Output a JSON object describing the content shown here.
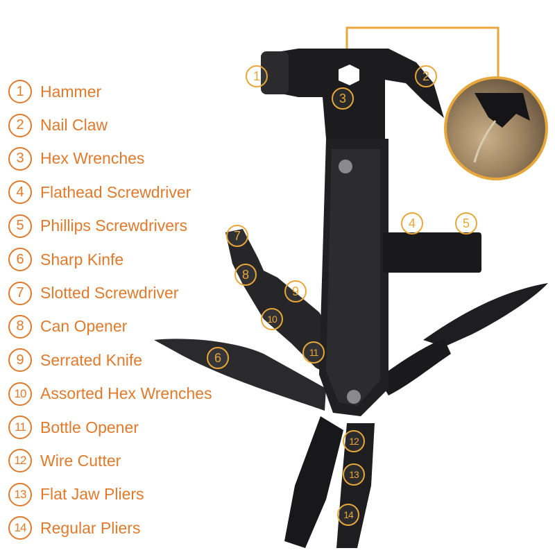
{
  "legend": [
    {
      "num": "1",
      "label": "Hammer"
    },
    {
      "num": "2",
      "label": "Nail Claw"
    },
    {
      "num": "3",
      "label": "Hex Wrenches"
    },
    {
      "num": "4",
      "label": "Flathead Screwdriver"
    },
    {
      "num": "5",
      "label": "Phillips Screwdrivers"
    },
    {
      "num": "6",
      "label": "Sharp Kinfe"
    },
    {
      "num": "7",
      "label": "Slotted Screwdriver"
    },
    {
      "num": "8",
      "label": "Can Opener"
    },
    {
      "num": "9",
      "label": "Serrated Knife"
    },
    {
      "num": "10",
      "label": "Assorted Hex Wrenches"
    },
    {
      "num": "11",
      "label": "Bottle Opener"
    },
    {
      "num": "12",
      "label": "Wire Cutter"
    },
    {
      "num": "13",
      "label": "Flat Jaw Pliers"
    },
    {
      "num": "14",
      "label": "Regular Pliers"
    }
  ],
  "callouts": [
    "1",
    "2",
    "3",
    "4",
    "5",
    "6",
    "7",
    "8",
    "9",
    "10",
    "11",
    "12",
    "13",
    "14"
  ],
  "colors": {
    "accent": "#e07a2c",
    "callout": "#e7a73a",
    "tool": "#1c1c1e"
  }
}
